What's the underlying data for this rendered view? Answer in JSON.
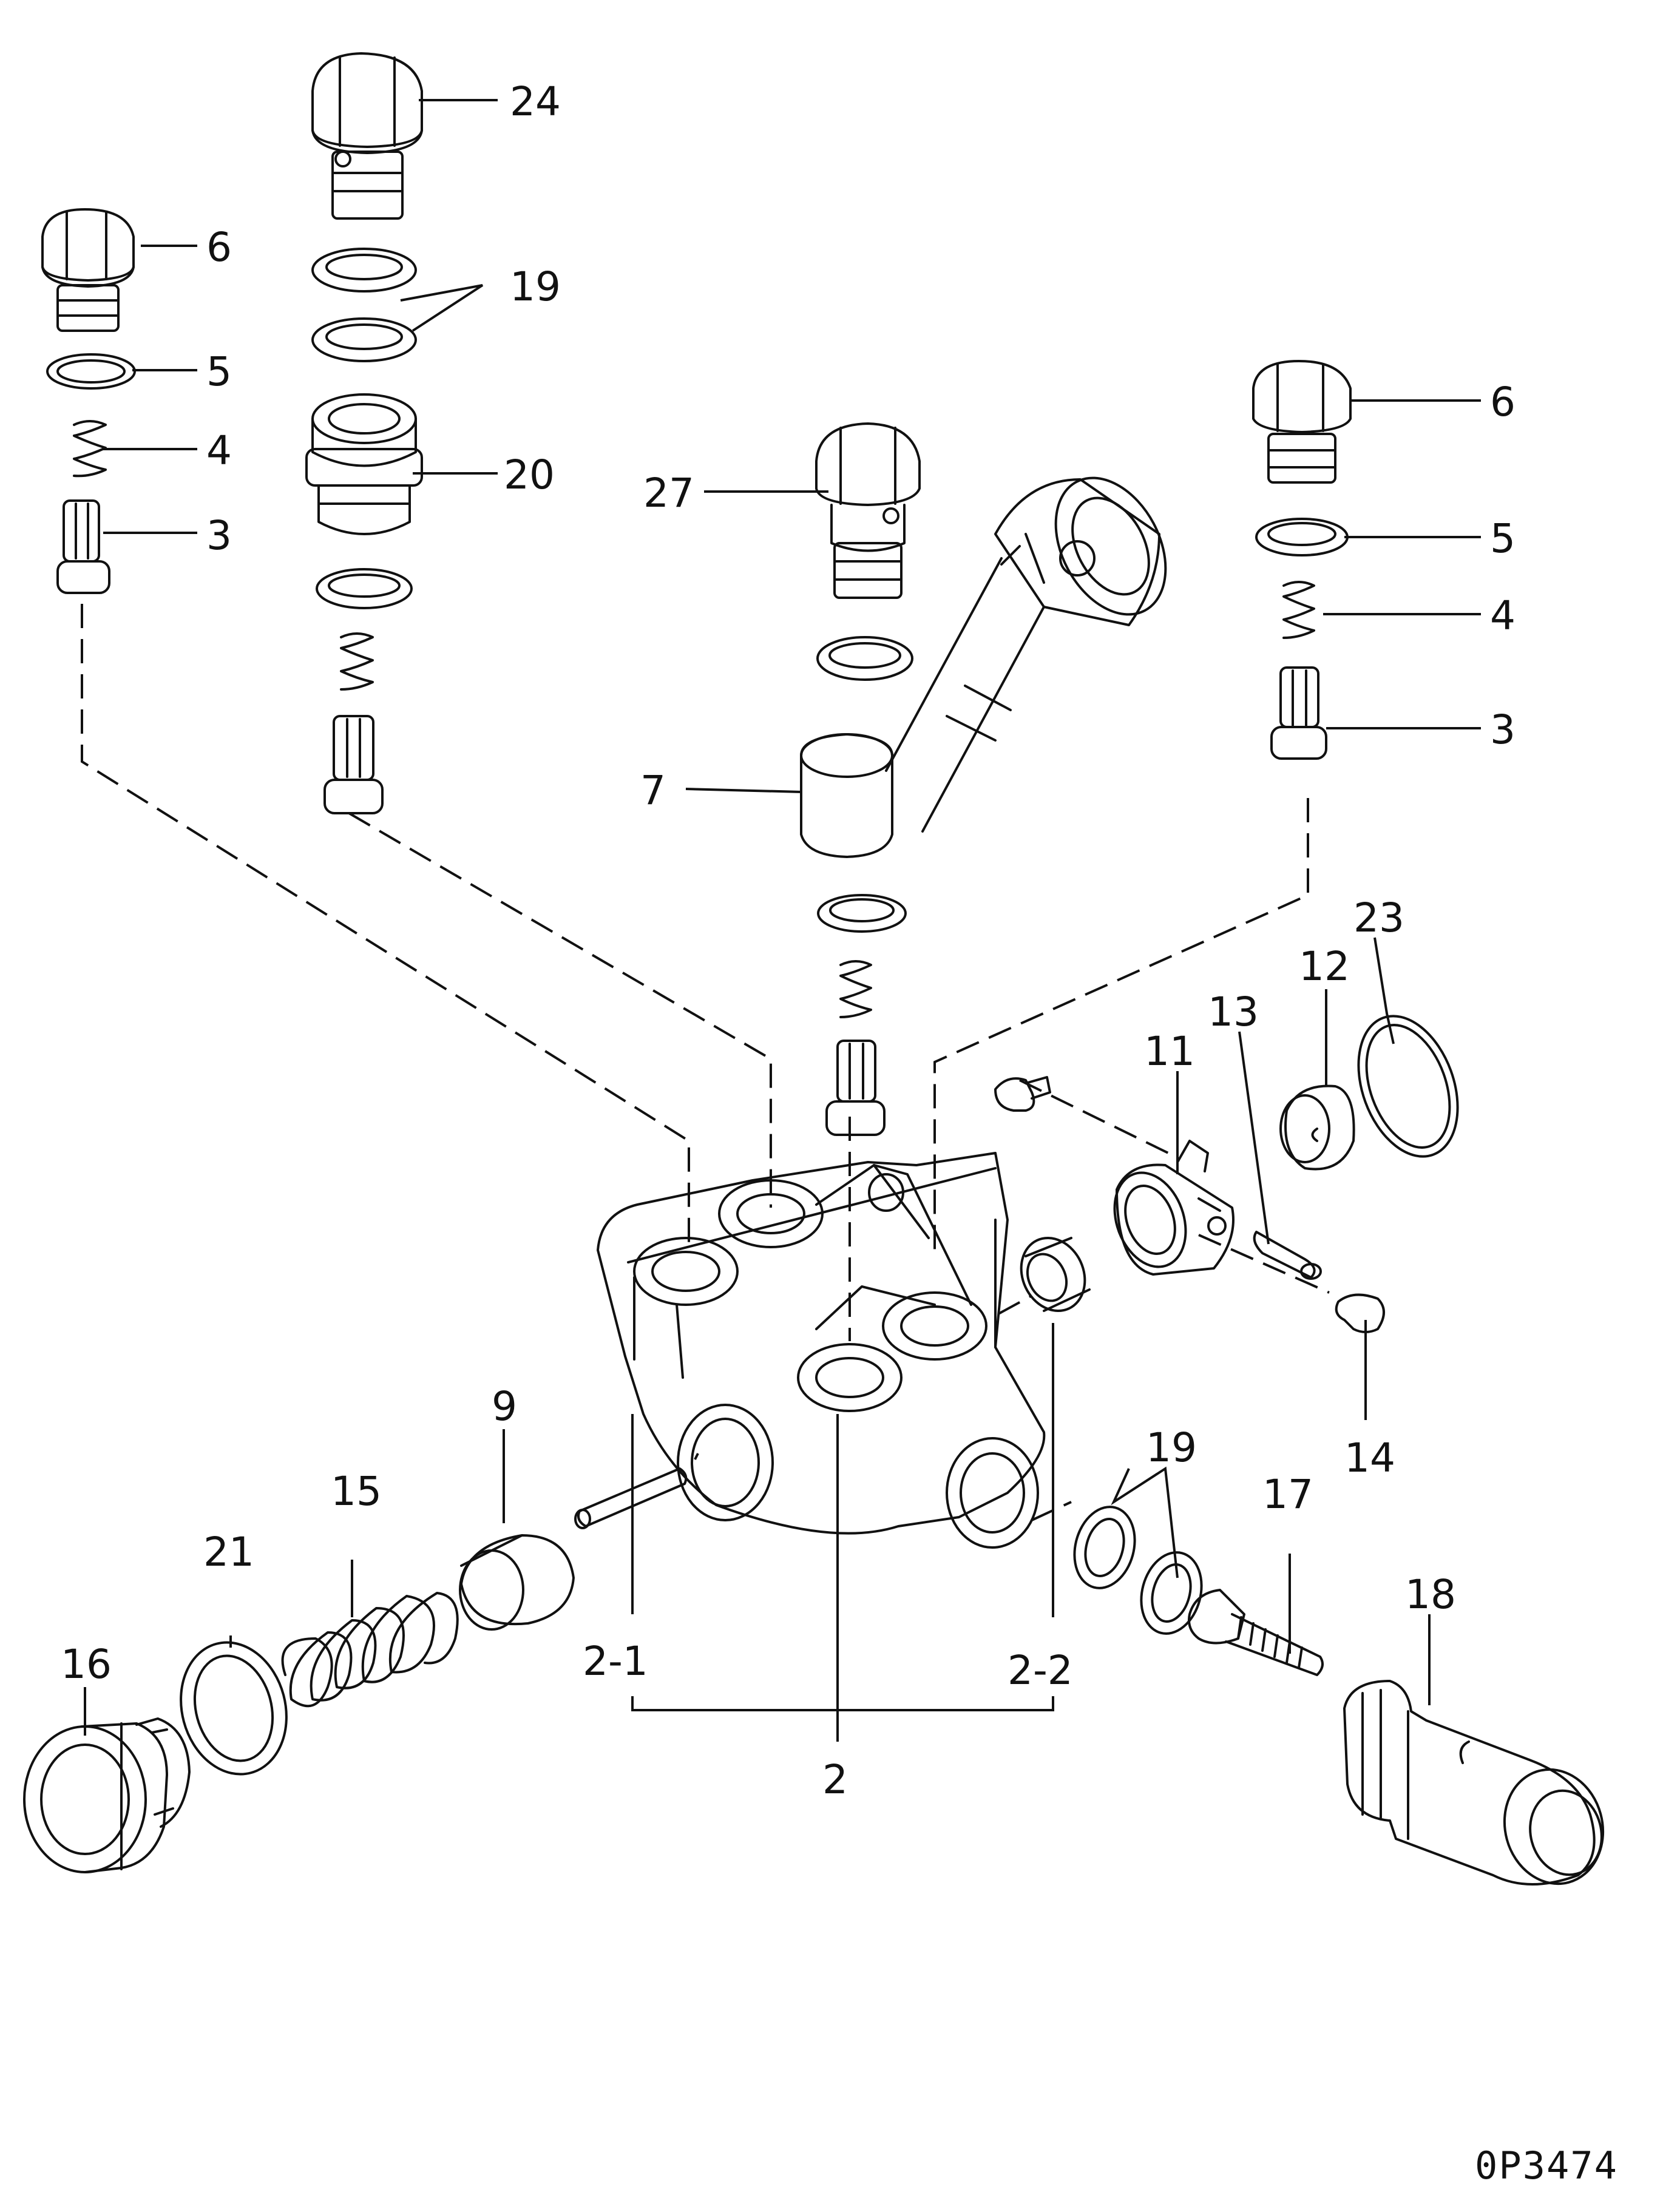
{
  "callouts": {
    "c24": "24",
    "c6_left": "6",
    "c19_top": "19",
    "c5_left": "5",
    "c4_left": "4",
    "c20": "20",
    "c3_left": "3",
    "c27": "27",
    "c6_right": "6",
    "c5_right": "5",
    "c4_right": "4",
    "c3_right": "3",
    "c7": "7",
    "c23": "23",
    "c12": "12",
    "c13": "13",
    "c11": "11",
    "c9": "9",
    "c19_bottom": "19",
    "c14": "14",
    "c15": "15",
    "c17": "17",
    "c21": "21",
    "c18": "18",
    "c16": "16",
    "c2_1": "2-1",
    "c2_2": "2-2",
    "c2": "2"
  },
  "drawing_number": "0P3474"
}
